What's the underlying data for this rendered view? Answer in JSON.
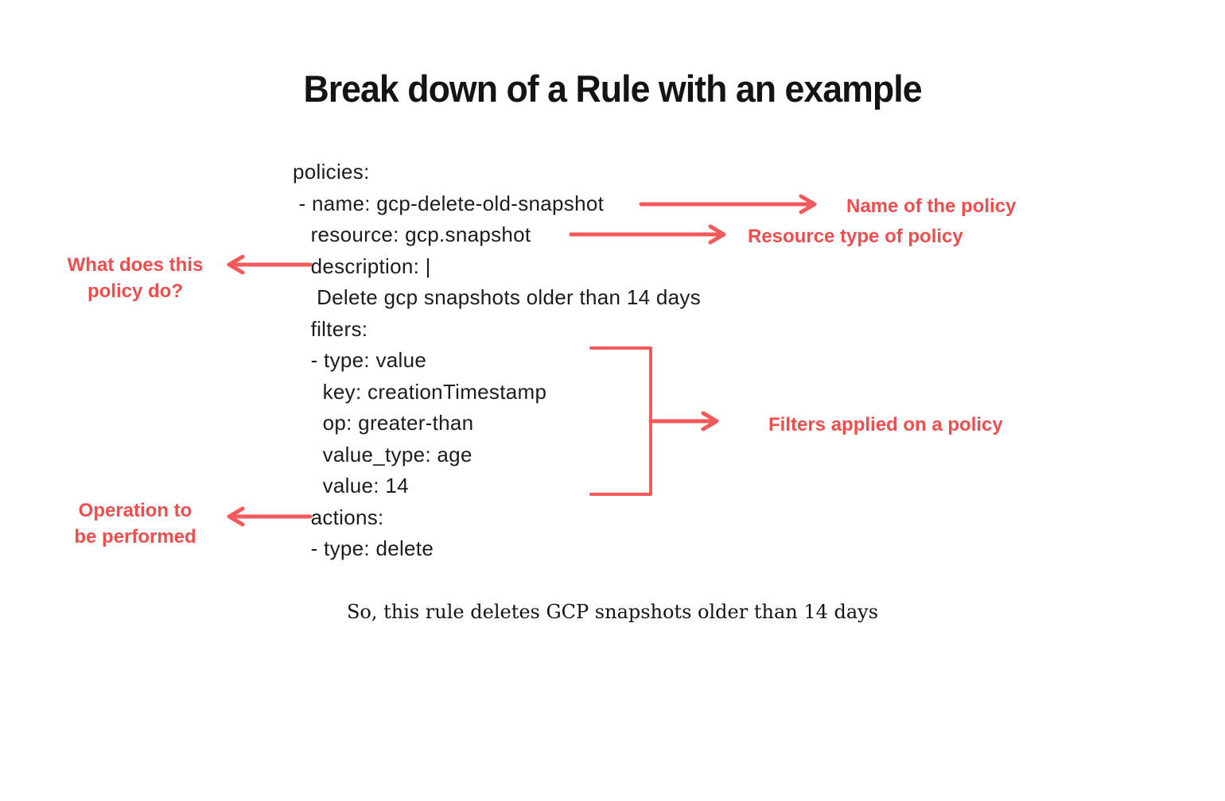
{
  "title": "Break down of a Rule with an example",
  "yaml": {
    "code": "policies:\n - name: gcp-delete-old-snapshot\n   resource: gcp.snapshot\n   description: |\n    Delete gcp snapshots older than 14 days\n   filters:\n   - type: value\n     key: creationTimestamp\n     op: greater-than\n     value_type: age\n     value: 14\n   actions:\n   - type: delete",
    "policy_name": "gcp-delete-old-snapshot",
    "resource": "gcp.snapshot",
    "description": "Delete gcp snapshots older than 14 days",
    "filter": {
      "type": "value",
      "key": "creationTimestamp",
      "op": "greater-than",
      "value_type": "age",
      "value": "14"
    },
    "action_type": "delete"
  },
  "annotations": {
    "name_label": "Name of the policy",
    "resource_label": "Resource type of policy",
    "description_label": "What does this policy do?",
    "filters_label": "Filters applied on a policy",
    "actions_label": "Operation to\nbe performed"
  },
  "footer": "So, this rule deletes GCP snapshots older than 14 days",
  "colors": {
    "background": "#ffffff",
    "code_text": "#1c1c1c",
    "title_text": "#141414",
    "accent_label": "#f24c4d",
    "accent_arrow": "#f4595b"
  }
}
